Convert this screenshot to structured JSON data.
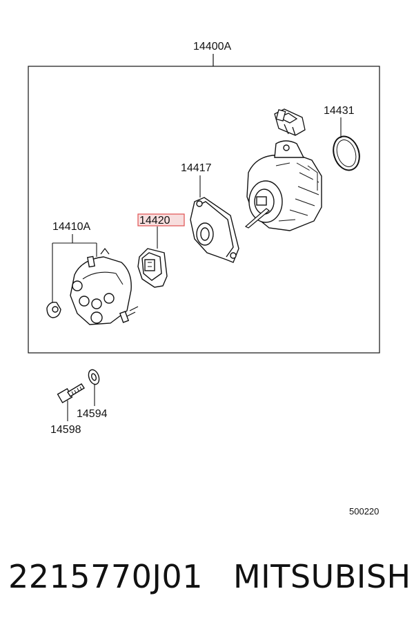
{
  "diagram": {
    "labels": {
      "assembly": "14400A",
      "oring": "14431",
      "plate": "14417",
      "rotor": "14420",
      "cap": "14410A",
      "washer": "14594",
      "bolt": "14598"
    },
    "diagram_code": "500220",
    "highlight_color": "#e05050"
  },
  "footer": {
    "part_number": "2215770J01",
    "brand": "MITSUBISHI"
  }
}
